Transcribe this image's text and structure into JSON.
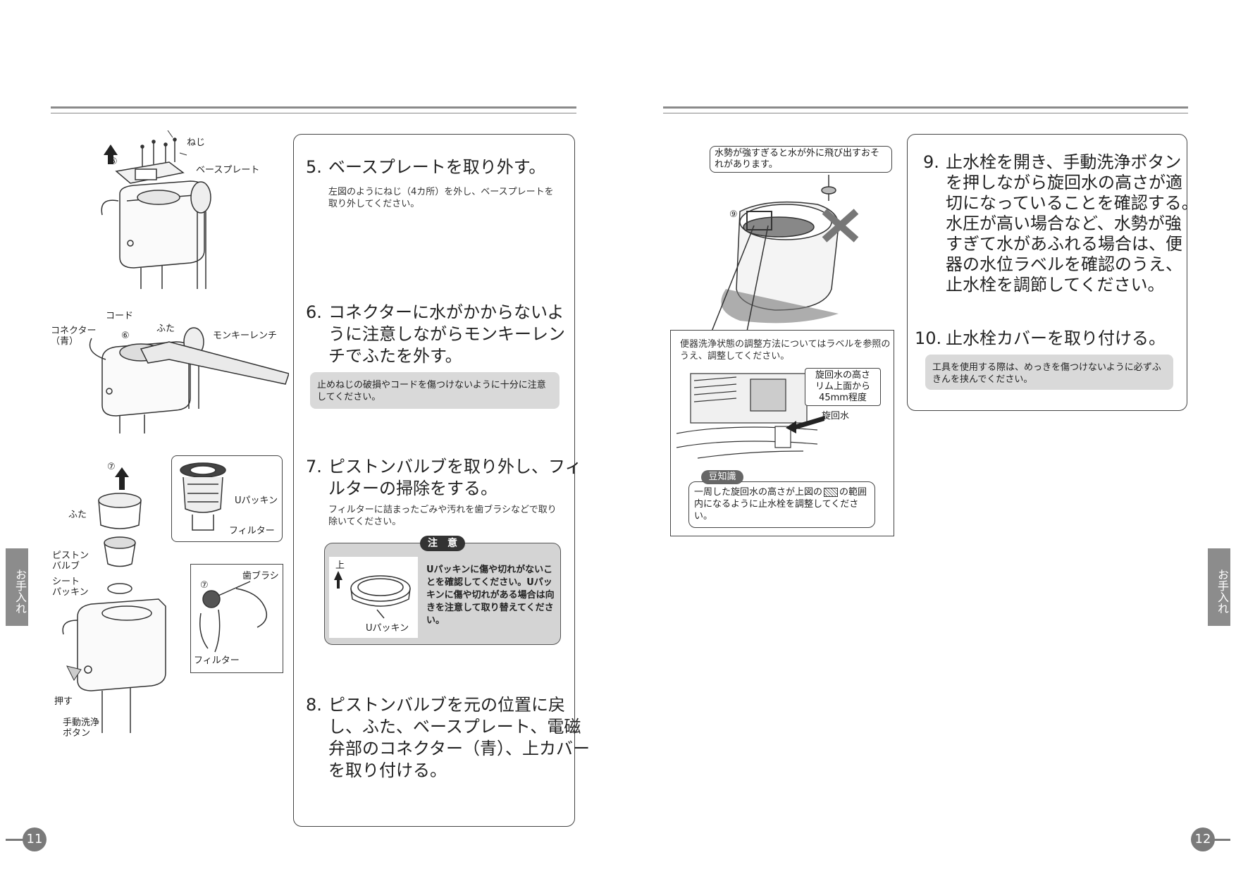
{
  "left_page": {
    "page_number": "11",
    "side_tab": "お手入れ",
    "figure_labels": {
      "screw": "ねじ",
      "base_plate": "ベースプレート",
      "cord": "コード",
      "connector": "コネクター\n（青）",
      "lid_6": "ふた",
      "monkey_wrench": "モンキーレンチ",
      "lid_7": "ふた",
      "piston_valve": "ピストン\nバルブ",
      "seat_packing": "シート\nパッキン",
      "u_packing": "Uパッキン",
      "filter_top": "フィルター",
      "toothbrush": "歯ブラシ",
      "filter_bottom": "フィルター",
      "push": "押す",
      "manual_flush_button": "手動洗浄\nボタン",
      "num5": "⑤",
      "num6": "⑥",
      "num7a": "⑦",
      "num7b": "⑦"
    },
    "steps": {
      "s5": {
        "num": "5.",
        "title": "ベースプレートを取り外す。",
        "text": "左図のようにねじ（4カ所）を外し、ベースプレートを取り外してください。"
      },
      "s6": {
        "num": "6.",
        "title_l1": "コネクターに水がかからないよ",
        "title_l2": "うに注意しながらモンキーレン",
        "title_l3": "チでふたを外す。",
        "note": "止めねじの破損やコードを傷つけないように十分に注意してください。"
      },
      "s7": {
        "num": "7.",
        "title_l1": "ピストンバルブを取り外し、フィ",
        "title_l2": "ルターの掃除をする。",
        "text": "フィルターに詰まったごみや汚れを歯ブラシなどで取り除いてください。",
        "caution_badge": "注　意",
        "caution_up": "上",
        "caution_label": "Uパッキン",
        "caution_text": "Uパッキンに傷や切れがないことを確認してください。Uパッキンに傷や切れがある場合は向きを注意して取り替えてください。"
      },
      "s8": {
        "num": "8.",
        "title_l1": "ピストンバルブを元の位置に戻",
        "title_l2": "し、ふた、ベースプレート、電磁",
        "title_l3": "弁部のコネクター（青）、上カバー",
        "title_l4": "を取り付ける。"
      }
    }
  },
  "right_page": {
    "page_number": "12",
    "side_tab": "お手入れ",
    "figure": {
      "warning_bubble": "水勢が強すぎると水が外に飛び出すおそれがあります。",
      "num9": "⑨",
      "label_intro": "便器洗浄状態の調整方法についてはラベルを参照のうえ、調整してください。",
      "callout": "旋回水の高さ\nリム上面から\n45mm程度",
      "swirl_water": "旋回水",
      "tip_badge": "豆知識",
      "tip_text_a": "一周した旋回水の高さが上図の",
      "tip_text_b": "の範囲内になるように止水栓を調整してください。"
    },
    "steps": {
      "s9": {
        "num": "9.",
        "lines": [
          "止水栓を開き、手動洗浄ボタン",
          "を押しながら旋回水の高さが適",
          "切になっていることを確認する。",
          "水圧が高い場合など、水勢が強",
          "すぎて水があふれる場合は、便",
          "器の水位ラベルを確認のうえ、",
          "止水栓を調節してください。"
        ]
      },
      "s10": {
        "num": "10.",
        "title": "止水栓カバーを取り付ける。",
        "note": "工具を使用する際は、めっきを傷つけないように必ずふきんを挟んでください。"
      }
    }
  }
}
